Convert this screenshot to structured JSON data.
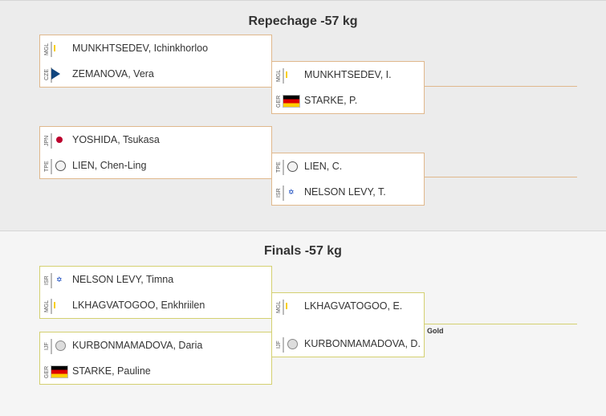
{
  "repechage": {
    "title": "Repechage -57 kg",
    "first_round": [
      {
        "a": {
          "code": "MGL",
          "name": "MUNKHTSEDEV, Ichinkhorloo"
        },
        "b": {
          "code": "CZE",
          "name": "ZEMANOVA, Vera"
        }
      },
      {
        "a": {
          "code": "JPN",
          "name": "YOSHIDA, Tsukasa"
        },
        "b": {
          "code": "TPE",
          "name": "LIEN, Chen-Ling"
        }
      }
    ],
    "second_round": [
      {
        "a": {
          "code": "MGL",
          "name": "MUNKHTSEDEV, I."
        },
        "b": {
          "code": "GER",
          "name": "STARKE, P."
        }
      },
      {
        "a": {
          "code": "TPE",
          "name": "LIEN, C."
        },
        "b": {
          "code": "ISR",
          "name": "NELSON LEVY, T."
        }
      }
    ]
  },
  "finals": {
    "title": "Finals -57 kg",
    "semis": [
      {
        "a": {
          "code": "ISR",
          "name": "NELSON LEVY, Timna"
        },
        "b": {
          "code": "MGL",
          "name": "LKHAGVATOGOO, Enkhriilen"
        }
      },
      {
        "a": {
          "code": "IJF",
          "name": "KURBONMAMADOVA, Daria"
        },
        "b": {
          "code": "GER",
          "name": "STARKE, Pauline"
        }
      }
    ],
    "final": {
      "a": {
        "code": "MGL",
        "name": "LKHAGVATOGOO, E."
      },
      "b": {
        "code": "IJF",
        "name": "KURBONMAMADOVA, D."
      }
    },
    "gold_label": "Gold"
  }
}
